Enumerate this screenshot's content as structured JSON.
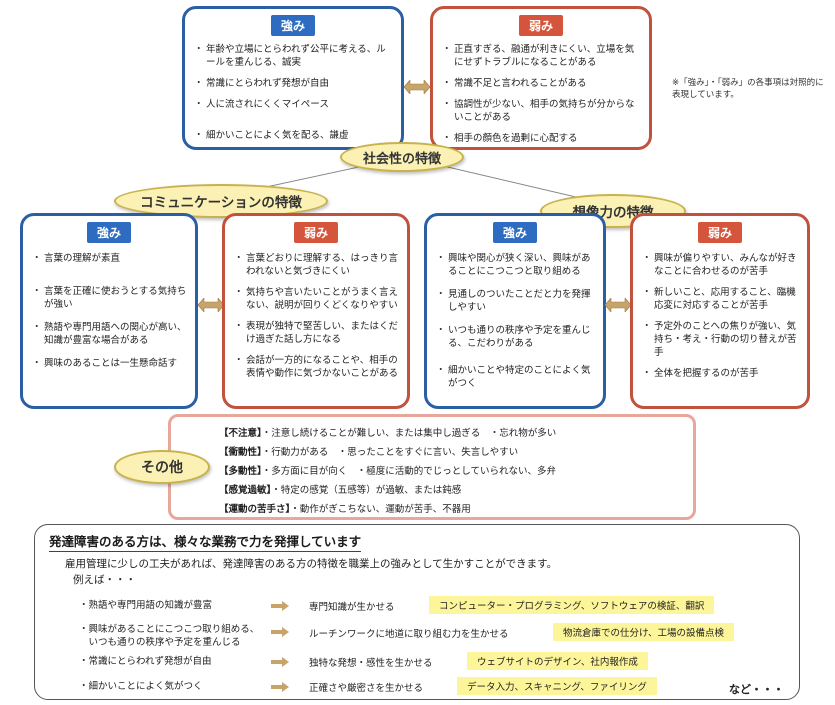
{
  "social": {
    "strength": {
      "label": "強み",
      "items": [
        "年齢や立場にとらわれず公平に考える、ルールを重んじる、誠実",
        "常識にとらわれず発想が自由",
        "人に流されにくくマイペース",
        "細かいことによく気を配る、謙虚"
      ]
    },
    "weakness": {
      "label": "弱み",
      "items": [
        "正直すぎる、融通が利きにくい、立場を気にせずトラブルになることがある",
        "常識不足と言われることがある",
        "協調性が少ない、相手の気持ちが分からないことがある",
        "相手の顔色を過剰に心配する"
      ]
    },
    "oval": "社会性の特徴"
  },
  "note": "※「強み」・「弱み」の各事項は対照的に表現しています。",
  "communication": {
    "oval": "コミュニケーションの特徴",
    "strength": {
      "label": "強み",
      "items": [
        "言葉の理解が素直",
        "言葉を正確に使おうとする気持ちが強い",
        "熟語や専門用語への関心が高い、知識が豊富な場合がある",
        "興味のあることは一生懸命話す"
      ]
    },
    "weakness": {
      "label": "弱み",
      "items": [
        "言葉どおりに理解する、はっきり言われないと気づきにくい",
        "気持ちや言いたいことがうまく言えない、説明が回りくどくなりやすい",
        "表現が独特で堅苦しい、またはくだけ過ぎた話し方になる",
        "会話が一方的になることや、相手の表情や動作に気づかないことがある"
      ]
    }
  },
  "imagination": {
    "oval": "想像力の特徴",
    "strength": {
      "label": "強み",
      "items": [
        "興味や関心が狭く深い、興味があることにこつこつと取り組める",
        "見通しのついたことだと力を発揮しやすい",
        "いつも通りの秩序や予定を重んじる、こだわりがある",
        "細かいことや特定のことによく気がつく"
      ]
    },
    "weakness": {
      "label": "弱み",
      "items": [
        "興味が偏りやすい、みんなが好きなことに合わせるのが苦手",
        "新しいこと、応用すること、臨機応変に対応することが苦手",
        "予定外のことへの焦りが強い、気持ち・考え・行動の切り替えが苦手",
        "全体を把握するのが苦手"
      ]
    }
  },
  "other": {
    "oval": "その他",
    "rows": [
      {
        "tag": "【不注意】",
        "text": "・注意し続けることが難しい、または集中し過ぎる　・忘れ物が多い"
      },
      {
        "tag": "【衝動性】",
        "text": "・行動力がある　・思ったことをすぐに言い、失言しやすい"
      },
      {
        "tag": "【多動性】",
        "text": "・多方面に目が向く　・極度に活動的でじっとしていられない、多弁"
      },
      {
        "tag": "【感覚過敏】",
        "text": "・特定の感覚（五感等）が過敏、または鈍感"
      },
      {
        "tag": "【運動の苦手さ】",
        "text": "・動作がぎこちない、運動が苦手、不器用"
      }
    ]
  },
  "bottom": {
    "title": "発達障害のある方は、様々な業務で力を発揮しています",
    "intro": "雇用管理に少しの工夫があれば、発達障害のある方の特徴を職業上の強みとして生かすことができます。",
    "example_label": "例えば・・・",
    "examples": [
      {
        "left": "・熟語や専門用語の知識が豊富",
        "mid": "専門知識が生かせる",
        "right": "コンピューター・プログラミング、ソフトウェアの検証、翻訳"
      },
      {
        "left": "・興味があることにこつこつ取り組める、\n　いつも通りの秩序や予定を重んじる",
        "mid": "ルーチンワークに地道に取り組む力を生かせる",
        "right": "物流倉庫での仕分け、工場の設備点検"
      },
      {
        "left": "・常識にとらわれず発想が自由",
        "mid": "独特な発想・感性を生かせる",
        "right": "ウェブサイトのデザイン、社内報作成"
      },
      {
        "left": "・細かいことによく気がつく",
        "mid": "正確さや厳密さを生かせる",
        "right": "データ入力、スキャニング、ファイリング"
      }
    ],
    "etc": "など・・・"
  },
  "colors": {
    "blue_border": "#2a5fa5",
    "red_border": "#c0523e",
    "oval_fill": "#fbf1b4",
    "highlight": "#fdf59a",
    "arrow": "#c9a46a"
  }
}
